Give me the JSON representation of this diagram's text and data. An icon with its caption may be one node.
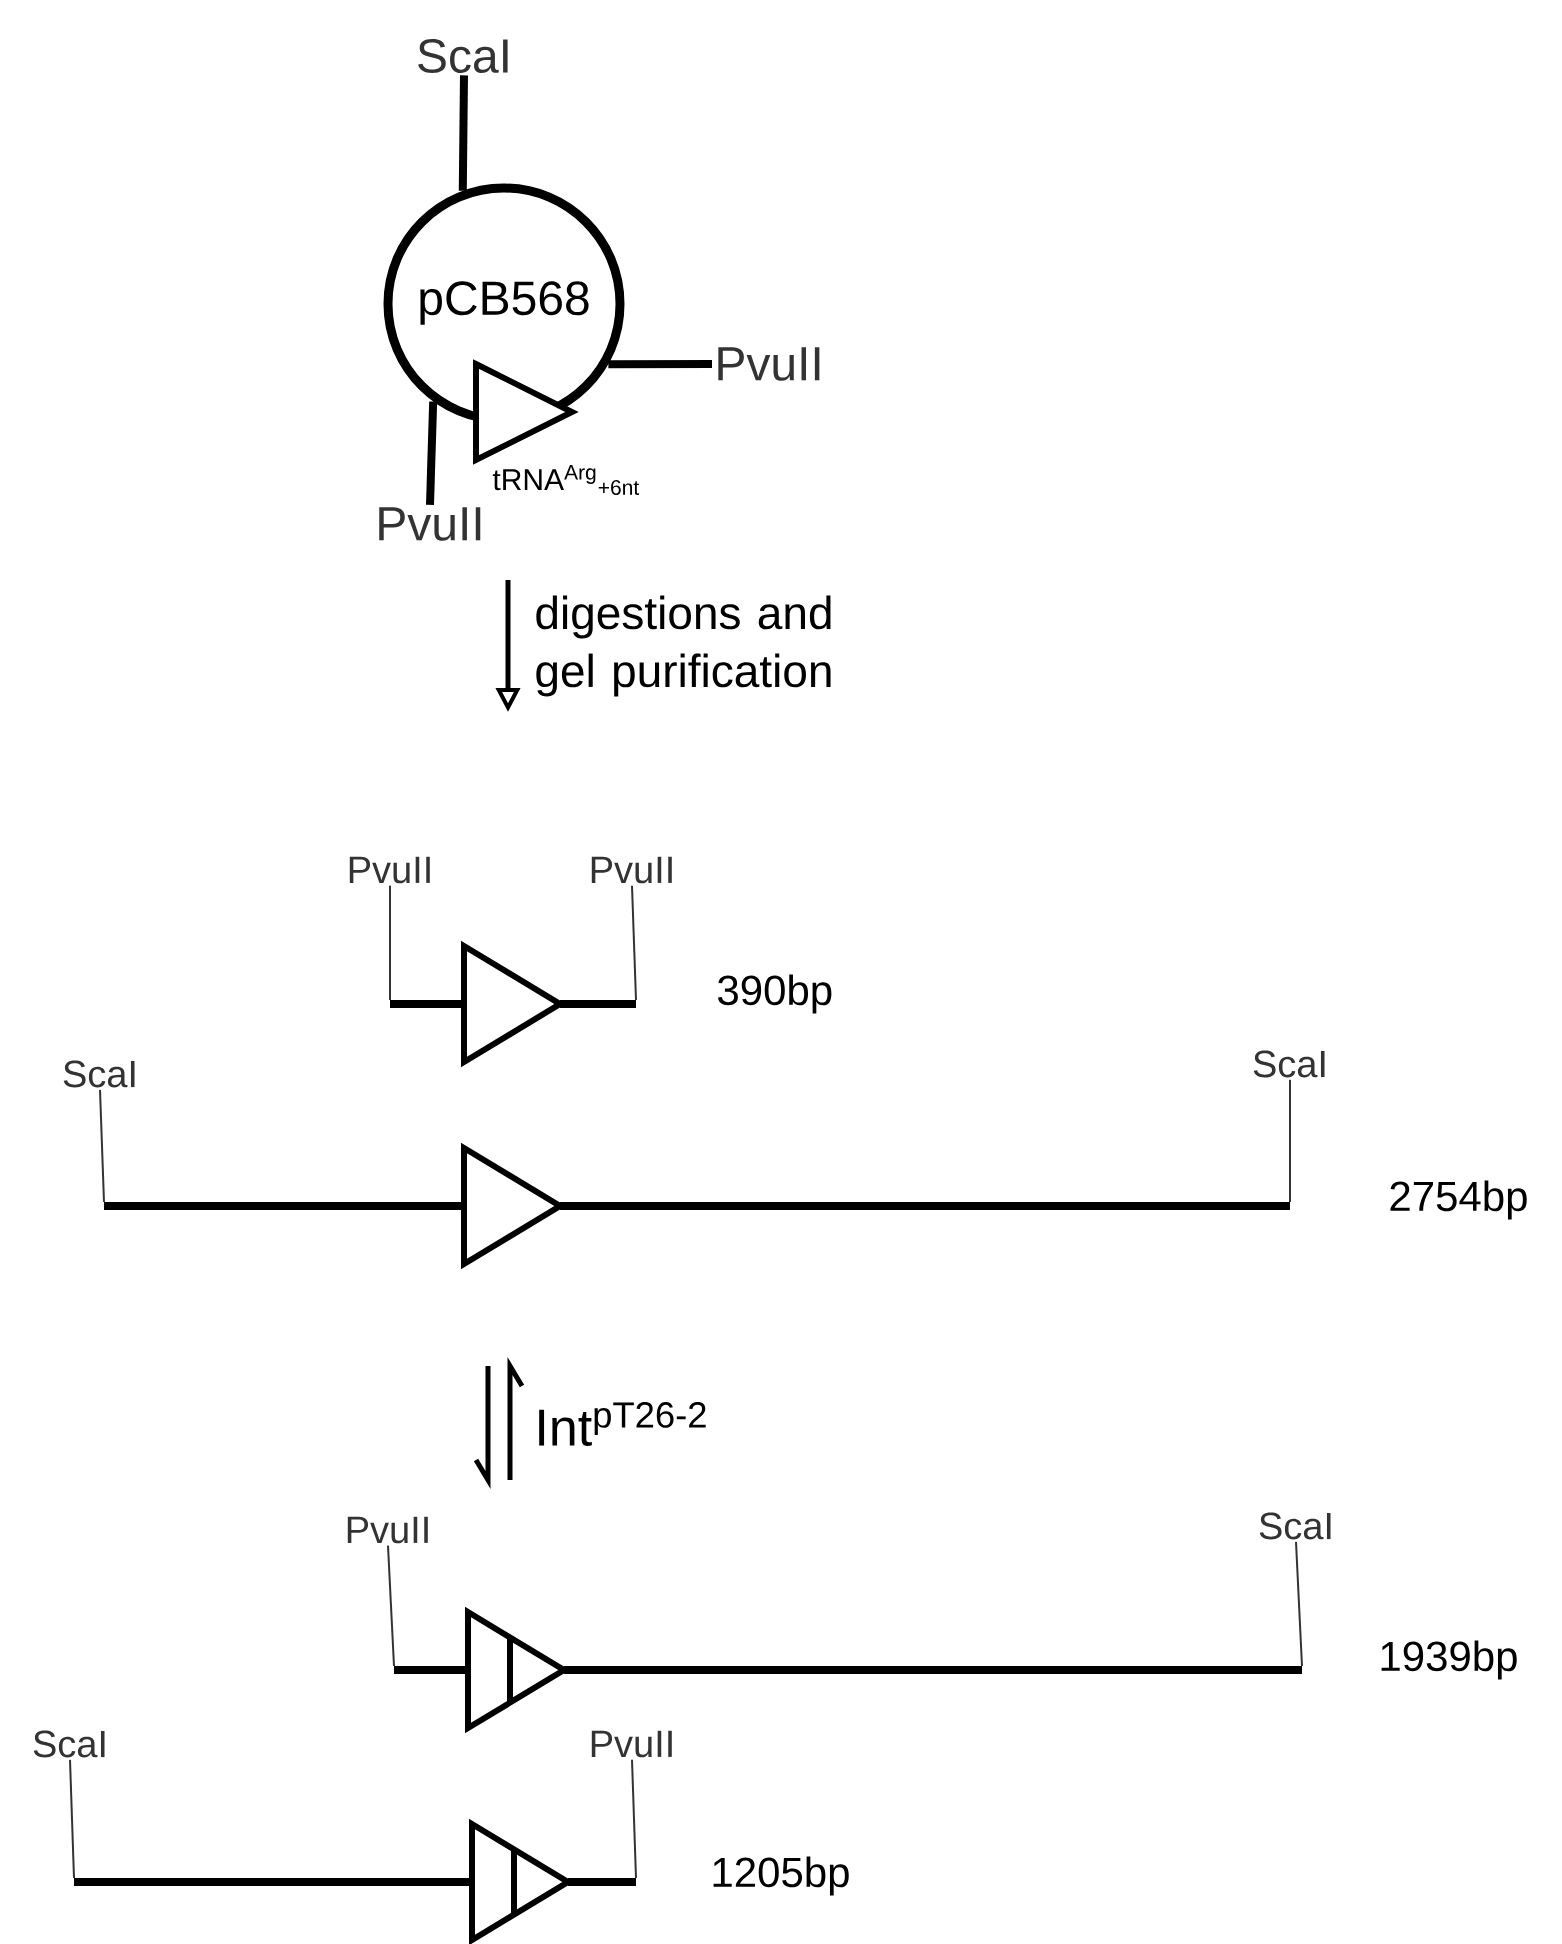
{
  "diagram": {
    "nodes": [
      {
        "text": [
          "pCB568"
        ]
      },
      {
        "text": [
          "ScaI"
        ]
      },
      {
        "text": [
          "PvuII"
        ]
      },
      {
        "text": [
          "PvuII"
        ]
      },
      {
        "text": [
          "PvuII"
        ]
      },
      {
        "text": [
          "PvuII"
        ]
      },
      {
        "text": [
          "ScaI"
        ]
      },
      {
        "text": [
          "ScaI"
        ]
      },
      {
        "text": [
          "PvuII"
        ]
      },
      {
        "text": [
          "ScaI"
        ]
      },
      {
        "text": [
          "ScaI"
        ]
      },
      {
        "text": [
          "PvuII"
        ]
      },
      {
        "text": [],
        "shape": "bar"
      },
      {
        "text": [],
        "shape": "bar"
      },
      {
        "text": [],
        "shape": "bar"
      },
      {
        "text": [],
        "shape": "bar"
      }
    ],
    "edges": [
      {
        "from": 1,
        "to": 0,
        "arrow": "none",
        "style": "thick"
      },
      {
        "from": 2,
        "to": 0,
        "arrow": "none",
        "style": "thick"
      },
      {
        "from": 3,
        "to": 0,
        "arrow": "none",
        "style": "thick"
      },
      {
        "from": 4,
        "to": 12,
        "arrow": "none"
      },
      {
        "from": 5,
        "to": 12,
        "arrow": "none"
      },
      {
        "from": 6,
        "to": 13,
        "arrow": "none"
      },
      {
        "from": 7,
        "to": 13,
        "arrow": "none"
      },
      {
        "from": 8,
        "to": 14,
        "arrow": "none"
      },
      {
        "from": 9,
        "to": 14,
        "arrow": "none"
      },
      {
        "from": 10,
        "to": 15,
        "arrow": "none"
      },
      {
        "from": 11,
        "to": 15,
        "arrow": "none"
      }
    ],
    "labels": [
      "tRNA$^{Arg}$$_{+6nt}$",
      "digestions and gel purification",
      "390bp",
      "2754bp",
      "Int$^{pT26-2}$",
      "1939bp",
      "1205bp"
    ]
  }
}
